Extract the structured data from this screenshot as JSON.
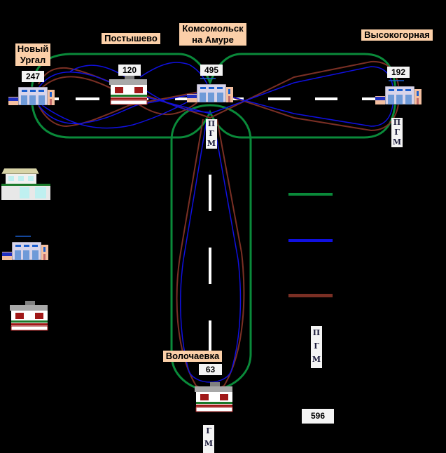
{
  "cities": [
    {
      "id": "novy-urgal",
      "name": "Новый\nУргал",
      "line1": "Новый",
      "line2": "Ургал",
      "count": "247",
      "building": "station"
    },
    {
      "id": "postyshevo",
      "name": "Постышево",
      "count": "120",
      "building": "house-brick"
    },
    {
      "id": "komsomolsk",
      "name": "Комсомольск на Амуре",
      "line1": "Комсомольск",
      "line2": "на Амуре",
      "count": "495",
      "building": "station"
    },
    {
      "id": "vysokogornaya",
      "name": "Высокогорная",
      "count": "192",
      "building": "station"
    },
    {
      "id": "volochaevka",
      "name": "Волочаевка",
      "count": "63",
      "building": "house-brick"
    }
  ],
  "markers": {
    "komsomolsk_pgm": [
      "П",
      "Г",
      "М"
    ],
    "vysokogornaya_pgm": [
      "П",
      "Г",
      "М"
    ],
    "volochaevka_gm": [
      "Г",
      "М"
    ]
  },
  "legend": {
    "items": [
      {
        "color": "#0a8a3a",
        "shape": "house-large"
      },
      {
        "color": "#1010e0",
        "shape": "station"
      },
      {
        "color": "#7a2f24",
        "shape": "house-brick"
      }
    ],
    "pgm_marker": [
      "П",
      "Г",
      "М"
    ],
    "total": "596"
  },
  "colors": {
    "background": "#000000",
    "green": "#0a8a3a",
    "blue": "#1010e0",
    "brown": "#7a2f24",
    "label_bg": "#fbcfa8",
    "num_bg": "#f4f4f4"
  }
}
